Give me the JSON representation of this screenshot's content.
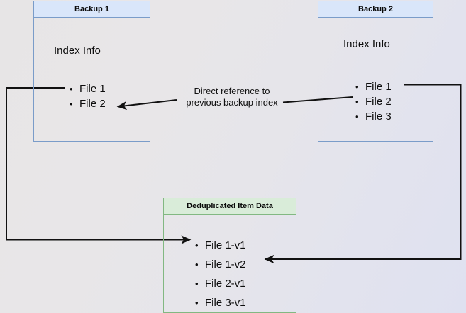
{
  "diagram": {
    "title_note": "Direct reference to previous backup index",
    "note_line1": "Direct reference to",
    "note_line2": "previous backup index",
    "colors": {
      "blue_border": "#7a9cc9",
      "blue_header": "#d9e6fa",
      "green_border": "#82b882",
      "green_header": "#d9ecd9",
      "background": "#e6e5ea",
      "arrow": "#111111",
      "text": "#0d0d0d"
    },
    "boxes": [
      {
        "id": "backup1",
        "header": "Backup 1",
        "index_label": "Index Info",
        "files": [
          "File 1",
          "File 2"
        ]
      },
      {
        "id": "backup2",
        "header": "Backup 2",
        "index_label": "Index Info",
        "files": [
          "File 1",
          "File 2",
          "File 3"
        ]
      },
      {
        "id": "dedup",
        "header": "Deduplicated Item Data",
        "files": [
          "File 1-v1",
          "File 1-v2",
          "File 2-v1",
          "File 3-v1"
        ]
      }
    ],
    "connectors": [
      {
        "name": "backup1-file1-to-dedup-file1v1",
        "from": "Backup 1 / File 1",
        "to": "Deduplicated Item Data / File 1-v1",
        "arrowhead": "end"
      },
      {
        "name": "backup2-file1-to-dedup-file1v2",
        "from": "Backup 2 / File 1",
        "to": "Deduplicated Item Data / File 1-v2",
        "arrowhead": "end"
      },
      {
        "name": "backup2-index-to-backup1-file2",
        "from": "Backup 2 / File 2",
        "to": "Backup 1 / File 2",
        "arrowhead": "end",
        "label": "Direct reference to previous backup index"
      }
    ]
  }
}
